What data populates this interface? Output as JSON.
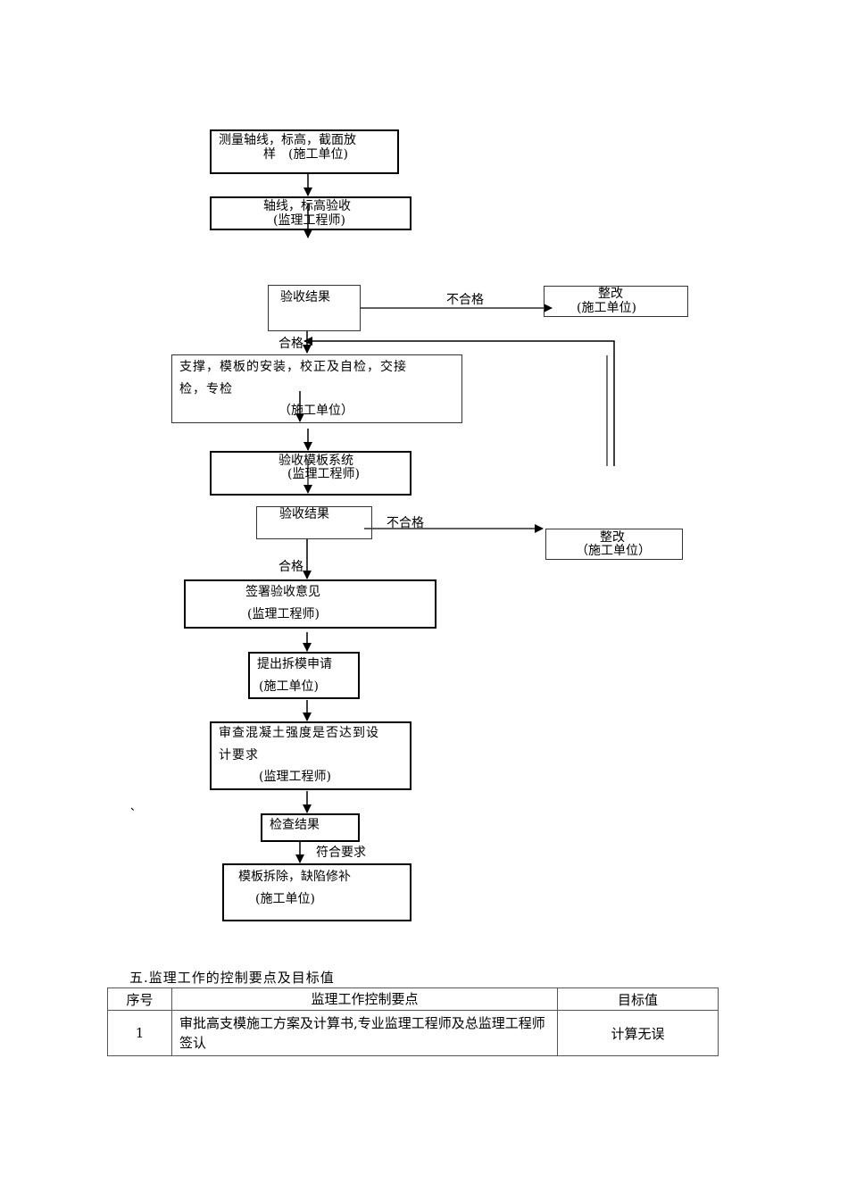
{
  "flowchart": {
    "step1": {
      "line1": "测量轴线，标高，截面放",
      "line2": "样　(施工单位)"
    },
    "step2": {
      "line1": "轴线，标高验收",
      "line2": "(监理工程师)"
    },
    "check1": {
      "label": "验收结果"
    },
    "fail1_label": "不合格",
    "fix1": {
      "line1": "整改",
      "line2": "(施工单位)"
    },
    "pass1_label": "合格",
    "step3": {
      "line1": "支撑，模板的安装，校正及自检，交接",
      "line2": "检，专检",
      "line3": "（施工单位）"
    },
    "step4": {
      "line1": "验收模板系统",
      "line2": "(监理工程师)"
    },
    "check2": {
      "label": "验收结果"
    },
    "fail2_label": "不合格",
    "fix2": {
      "line1": "整改",
      "line2": "（施工单位）"
    },
    "pass2_label": "合格",
    "step5": {
      "line1": "签署验收意见",
      "line2": "(监理工程师)"
    },
    "step6": {
      "line1": "提出拆模申请",
      "line2": "(施工单位)"
    },
    "step7": {
      "line1": "审查混凝土强度是否达到设",
      "line2": "计要求",
      "line3": "(监理工程师)"
    },
    "check3": {
      "label": "检查结果"
    },
    "meet_label": "符合要求",
    "step8": {
      "line1": "模板拆除，缺陷修补",
      "line2": "(施工单位)"
    },
    "stray_mark": "、"
  },
  "section": {
    "title": "五.监理工作的控制要点及目标值",
    "table": {
      "headers": [
        "序号",
        "监理工作控制要点",
        "目标值"
      ],
      "rows": [
        [
          "1",
          "审批高支模施工方案及计算书,专业监理工程师及总监理工程师签认",
          "计算无误"
        ]
      ]
    }
  }
}
